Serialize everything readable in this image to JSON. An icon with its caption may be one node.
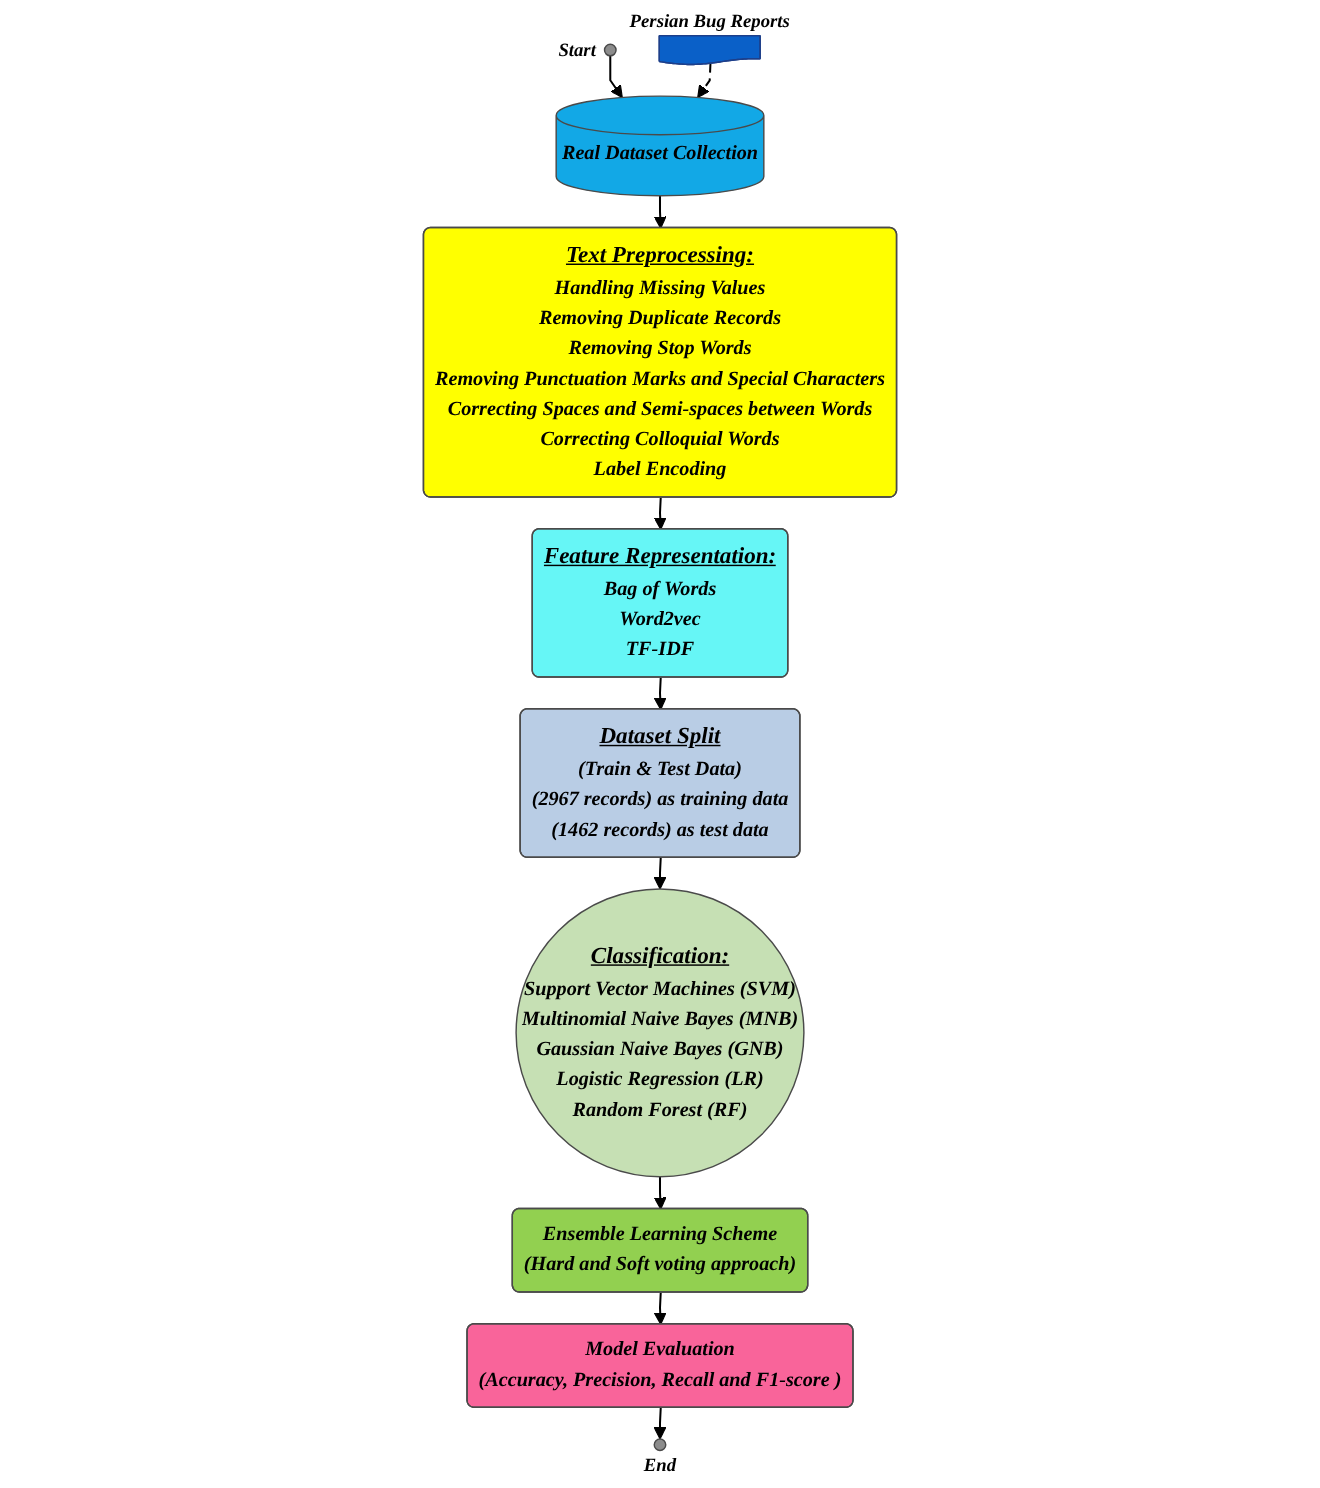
{
  "diagram": {
    "nodes": [
      {
        "text": [],
        "shape": "circle",
        "beside": [
          "Start"
        ]
      },
      {
        "text": [],
        "shape": "document",
        "beside": [
          "Persian Bug Reports"
        ]
      },
      {
        "text": [
          "Real Dataset Collection"
        ]
      },
      {
        "text": [
          "Text Preprocessing:",
          "Handling Missing Values",
          "Removing Duplicate Records",
          "Removing Stop Words",
          "Removing Punctuation Marks and Special Characters",
          "Correcting Spaces and Semi-spaces between Words",
          "Correcting Colloquial Words",
          "Label Encoding"
        ]
      },
      {
        "text": [
          "Feature Representation:",
          "Bag of Words",
          "Word2vec",
          "TF-IDF"
        ]
      },
      {
        "text": [
          "Dataset Split",
          "(Train & Test Data)",
          "(2967 records) as training data",
          "(1462 records) as test data"
        ]
      },
      {
        "text": [
          "Classification:",
          "Support Vector Machines (SVM)",
          "Multinomial Naive Bayes (MNB)",
          "Gaussian Naive Bayes (GNB)",
          "Logistic Regression (LR)",
          "Random Forest (RF)"
        ]
      },
      {
        "text": [
          "Ensemble Learning Scheme",
          "(Hard and Soft voting approach)"
        ]
      },
      {
        "text": [
          "Model Evaluation",
          "(Accuracy, Precision, Recall and F1-score )"
        ]
      },
      {
        "text": [],
        "shape": "circle",
        "beside": [
          "End"
        ]
      }
    ],
    "edges": [
      {
        "from": 0,
        "to": 2,
        "arrow": "to"
      },
      {
        "from": 1,
        "to": 2,
        "arrow": "to",
        "style": "dashed"
      },
      {
        "from": 2,
        "to": 3,
        "arrow": "to"
      },
      {
        "from": 3,
        "to": 4,
        "arrow": "to"
      },
      {
        "from": 4,
        "to": 5,
        "arrow": "to"
      },
      {
        "from": 5,
        "to": 6,
        "arrow": "to"
      },
      {
        "from": 6,
        "to": 7,
        "arrow": "to"
      },
      {
        "from": 7,
        "to": 8,
        "arrow": "to"
      },
      {
        "from": 8,
        "to": 9,
        "arrow": "to"
      }
    ]
  }
}
